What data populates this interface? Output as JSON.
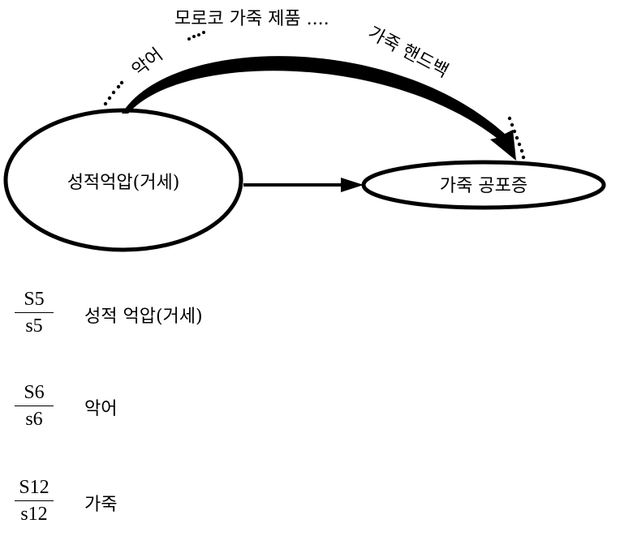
{
  "diagram": {
    "nodes": {
      "left": "성적억압(거세)",
      "right": "가죽 공포증"
    },
    "labels": {
      "top": "모로코 가죽 제품 ....",
      "crocodile": "악어",
      "handbag": "가죽 핸드백"
    },
    "colors": {
      "ink": "#000000",
      "background": "#ffffff"
    }
  },
  "legend": [
    {
      "num": "S5",
      "den": "s5",
      "label": "성적 억압(거세)"
    },
    {
      "num": "S6",
      "den": "s6",
      "label": "악어"
    },
    {
      "num": "S12",
      "den": "s12",
      "label": "가죽"
    }
  ]
}
